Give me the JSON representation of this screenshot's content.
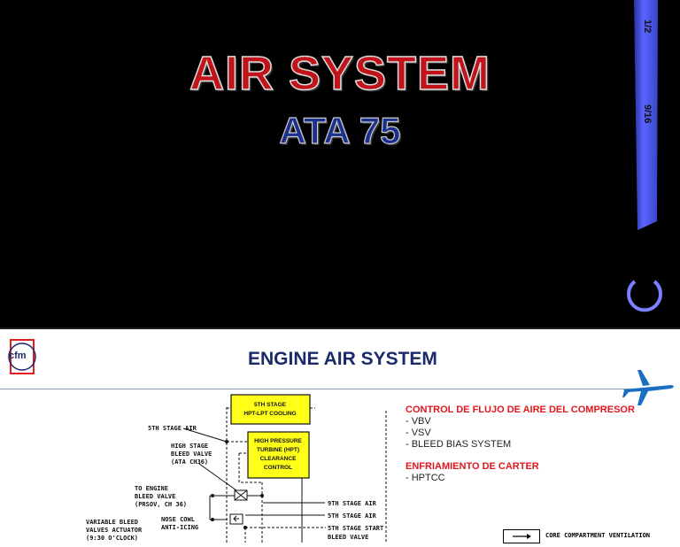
{
  "slide1": {
    "title": "AIR SYSTEM",
    "subtitle": "ATA 75",
    "wrench_marks": [
      "1/2",
      "9/16"
    ]
  },
  "slide2": {
    "logo": "cfm",
    "title": "ENGINE AIR SYSTEM",
    "notes": {
      "section1_heading": "CONTROL DE FLUJO DE AIRE DEL COMPRESOR",
      "section1_items": [
        "- VBV",
        "- VSV",
        "- BLEED BIAS SYSTEM"
      ],
      "section2_heading": "ENFRIAMIENTO DE CARTER",
      "section2_items": [
        "- HPTCC"
      ]
    },
    "diagram": {
      "box1": [
        "5TH STAGE",
        "HPT-LPT COOLING"
      ],
      "box2": [
        "HIGH PRESSURE",
        "TURBINE (HPT)",
        "CLEARANCE",
        "CONTROL"
      ],
      "labels": {
        "fifth_stage_air_top": "5TH STAGE AIR",
        "hsbv": [
          "HIGH STAGE",
          "BLEED VALVE",
          "(ATA CH36)"
        ],
        "to_engine": [
          "TO ENGINE",
          "BLEED VALVE",
          "(PRSOV, CH 36)"
        ],
        "nose_cowl": [
          "NOSE COWL",
          "ANTI-ICING"
        ],
        "vbv_actuator": [
          "VARIABLE BLEED",
          "VALVES ACTUATOR",
          "(9:30 O'CLOCK)"
        ],
        "ninth_stage_air": "9TH STAGE AIR",
        "fifth_stage_air": "5TH STAGE AIR",
        "fifth_stage_start": [
          "5TH STAGE START",
          "BLEED VALVE"
        ]
      },
      "legend": "CORE COMPARTMENT VENTILATION"
    }
  },
  "colors": {
    "red": "#c0141a",
    "navy": "#1a2a6a",
    "yellow": "#ffff1a",
    "wrench_blue": "#4a55e0"
  }
}
